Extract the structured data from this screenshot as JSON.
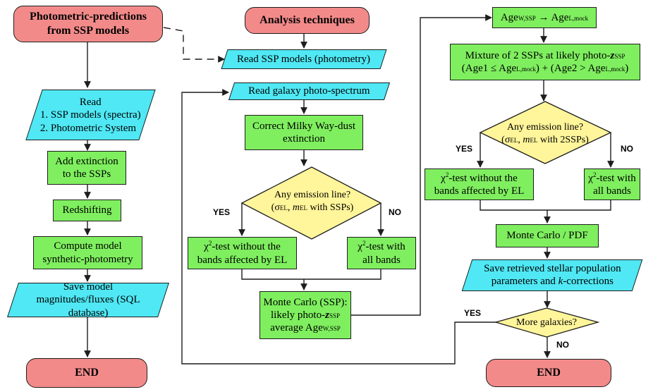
{
  "colors": {
    "terminal": "#f38a8a",
    "process": "#7fef5f",
    "io": "#4fe8f4",
    "decision": "#fff59a",
    "lines": "#1d1d1d"
  },
  "left": {
    "start": "Photometric-predictions from SSP models",
    "read_title": "Read",
    "read_item1": "1.  SSP models (spectra)",
    "read_item2": "2.  Photometric System",
    "extinction": "Add extinction to the SSPs",
    "redshift": "Redshifting",
    "compute": "Compute model synthetic-photometry",
    "save": "Save model magnitudes/fluxes (SQL database)",
    "end": "END"
  },
  "middle": {
    "start": "Analysis techniques",
    "read_ssp": "Read SSP models (photometry)",
    "read_galaxy": "Read galaxy photo-spectrum",
    "correct": "Correct Milky Way-dust extinction",
    "decision_line1": "Any emission line?",
    "decision_sigma": "σ",
    "decision_el": "EL",
    "decision_m": "m",
    "decision_suffix": "with SSPs)",
    "yes": "YES",
    "no": "NO",
    "chi_without_line1": "-test without the",
    "chi_without_line2": "bands affected by EL",
    "chi_with_line1": "-test with",
    "chi_with_line2": "all bands",
    "chi": "χ",
    "montecarlo_line1": "Monte Carlo (SSP):",
    "montecarlo_line2": "likely photo-",
    "montecarlo_z": "z",
    "montecarlo_sub": "SSP",
    "montecarlo_line3": "average Age",
    "montecarlo_line3_sub": "W,SSP"
  },
  "right": {
    "age_top": "Age",
    "age_top_sub1": "W,SSP",
    "age_arrow": "→",
    "age_top_sub2": "L,mock",
    "mixture_line1": "Mixture of 2 SSPs at likely photo-",
    "mixture_z": "z",
    "mixture_z_sub": "SSP",
    "mixture_line2a": "(Age1 ≤ Age",
    "mixture_line2b": ") + (Age2 > Age",
    "mixture_sub": "L,mock",
    "decision_line1": "Any emission line?",
    "decision_suffix": "with 2SSPs)",
    "yes": "YES",
    "no": "NO",
    "chi_without_line1": "-test without the",
    "chi_without_line2": "bands affected by EL",
    "chi_with_line1": "-test with",
    "chi_with_line2": "all bands",
    "montecarlo": "Monte Carlo / PDF",
    "save_line1": "Save retrieved stellar population",
    "save_line2a": "parameters and ",
    "save_k": "k",
    "save_line2b": "-corrections",
    "more": "More galaxies?",
    "more_yes": "YES",
    "more_no": "NO",
    "end": "END"
  }
}
